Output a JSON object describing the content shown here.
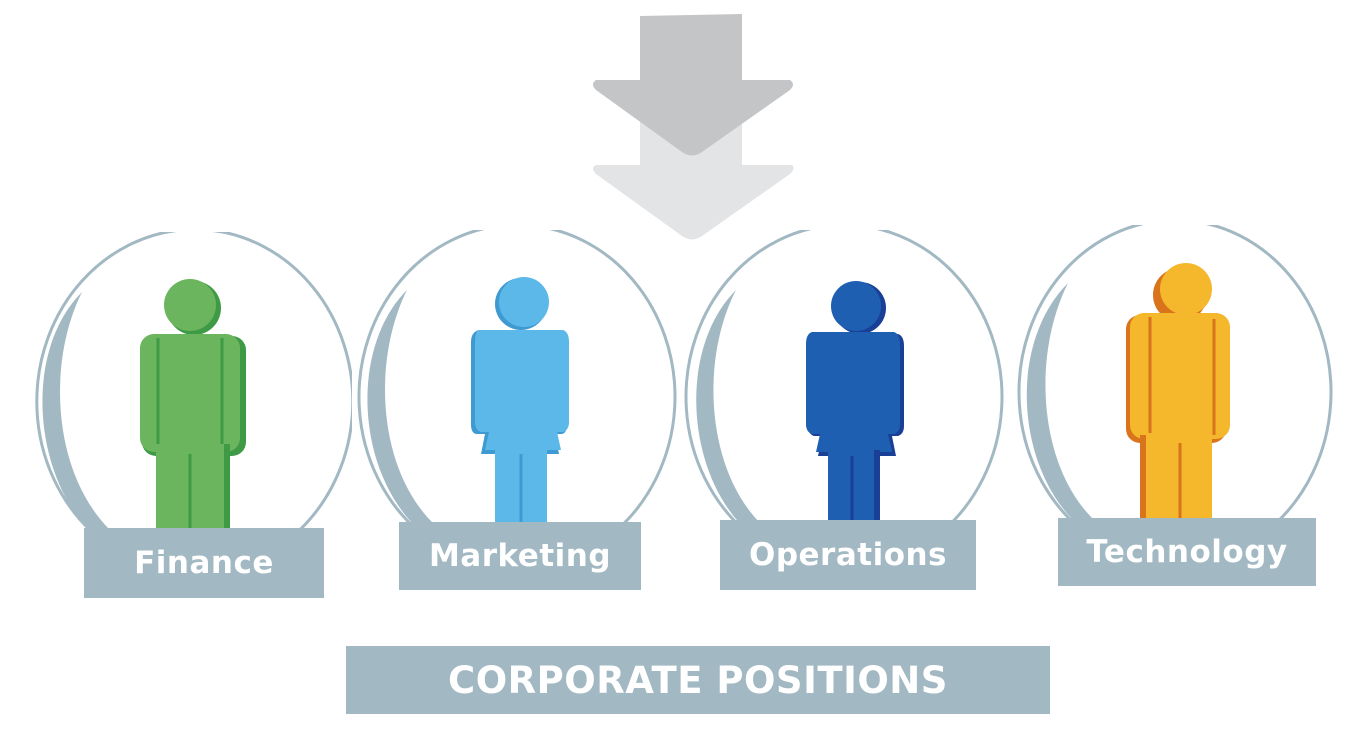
{
  "diagram": {
    "title": "CORPORATE POSITIONS",
    "arrow": {
      "icon": "down-arrow-icon",
      "colors": {
        "front": "#c4c5c7",
        "back": "#e3e4e6"
      }
    },
    "ring_color": "#a2b8c3",
    "positions": [
      {
        "label": "Finance",
        "figure": "male",
        "color": "#6ab55d",
        "shade": "#3f9a45"
      },
      {
        "label": "Marketing",
        "figure": "female",
        "color": "#5cb8e8",
        "shade": "#3f9ad2"
      },
      {
        "label": "Operations",
        "figure": "female",
        "color": "#1f5fb1",
        "shade": "#1a3f96"
      },
      {
        "label": "Technology",
        "figure": "male",
        "color": "#f5b82d",
        "shade": "#d9731c"
      }
    ]
  }
}
